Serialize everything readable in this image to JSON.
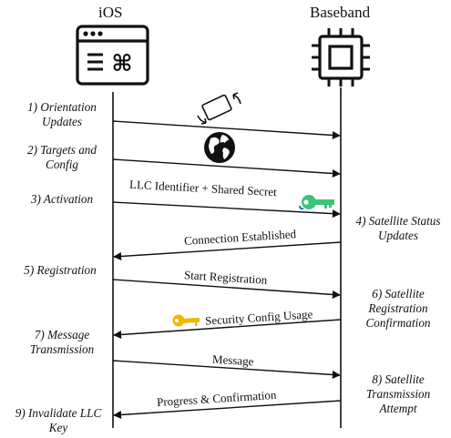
{
  "lanes": {
    "ios": "iOS",
    "baseband": "Baseband"
  },
  "steps": {
    "s1_line1": "1) Orientation",
    "s1_line2": "Updates",
    "s2_line1": "2) Targets and",
    "s2_line2": "Config",
    "s3": "3) Activation",
    "s4_line1": "4) Satellite Status",
    "s4_line2": "Updates",
    "s5": "5) Registration",
    "s6_line1": "6) Satellite",
    "s6_line2": "Registration",
    "s6_line3": "Confirmation",
    "s7_line1": "7) Message",
    "s7_line2": "Transmission",
    "s8_line1": "8) Satellite",
    "s8_line2": "Transmission",
    "s8_line3": "Attempt",
    "s9_line1": "9) Invalidate LLC",
    "s9_line2": "Key"
  },
  "messages": {
    "llc": "LLC Identifier + Shared Secret",
    "connection": "Connection Established",
    "start_registration": "Start Registration",
    "security_config": "Security Config Usage",
    "message": "Message",
    "progress": "Progress & Confirmation"
  },
  "icons": {
    "ios_app": "app-window-command-icon",
    "baseband_chip": "processor-chip-icon",
    "rotation": "device-rotation-icon",
    "globe": "globe-icon",
    "key_green": "key-icon",
    "key_yellow": "key-icon"
  },
  "colors": {
    "line": "#111111",
    "key_green": "#3cc47a",
    "key_yellow": "#f2b705"
  }
}
